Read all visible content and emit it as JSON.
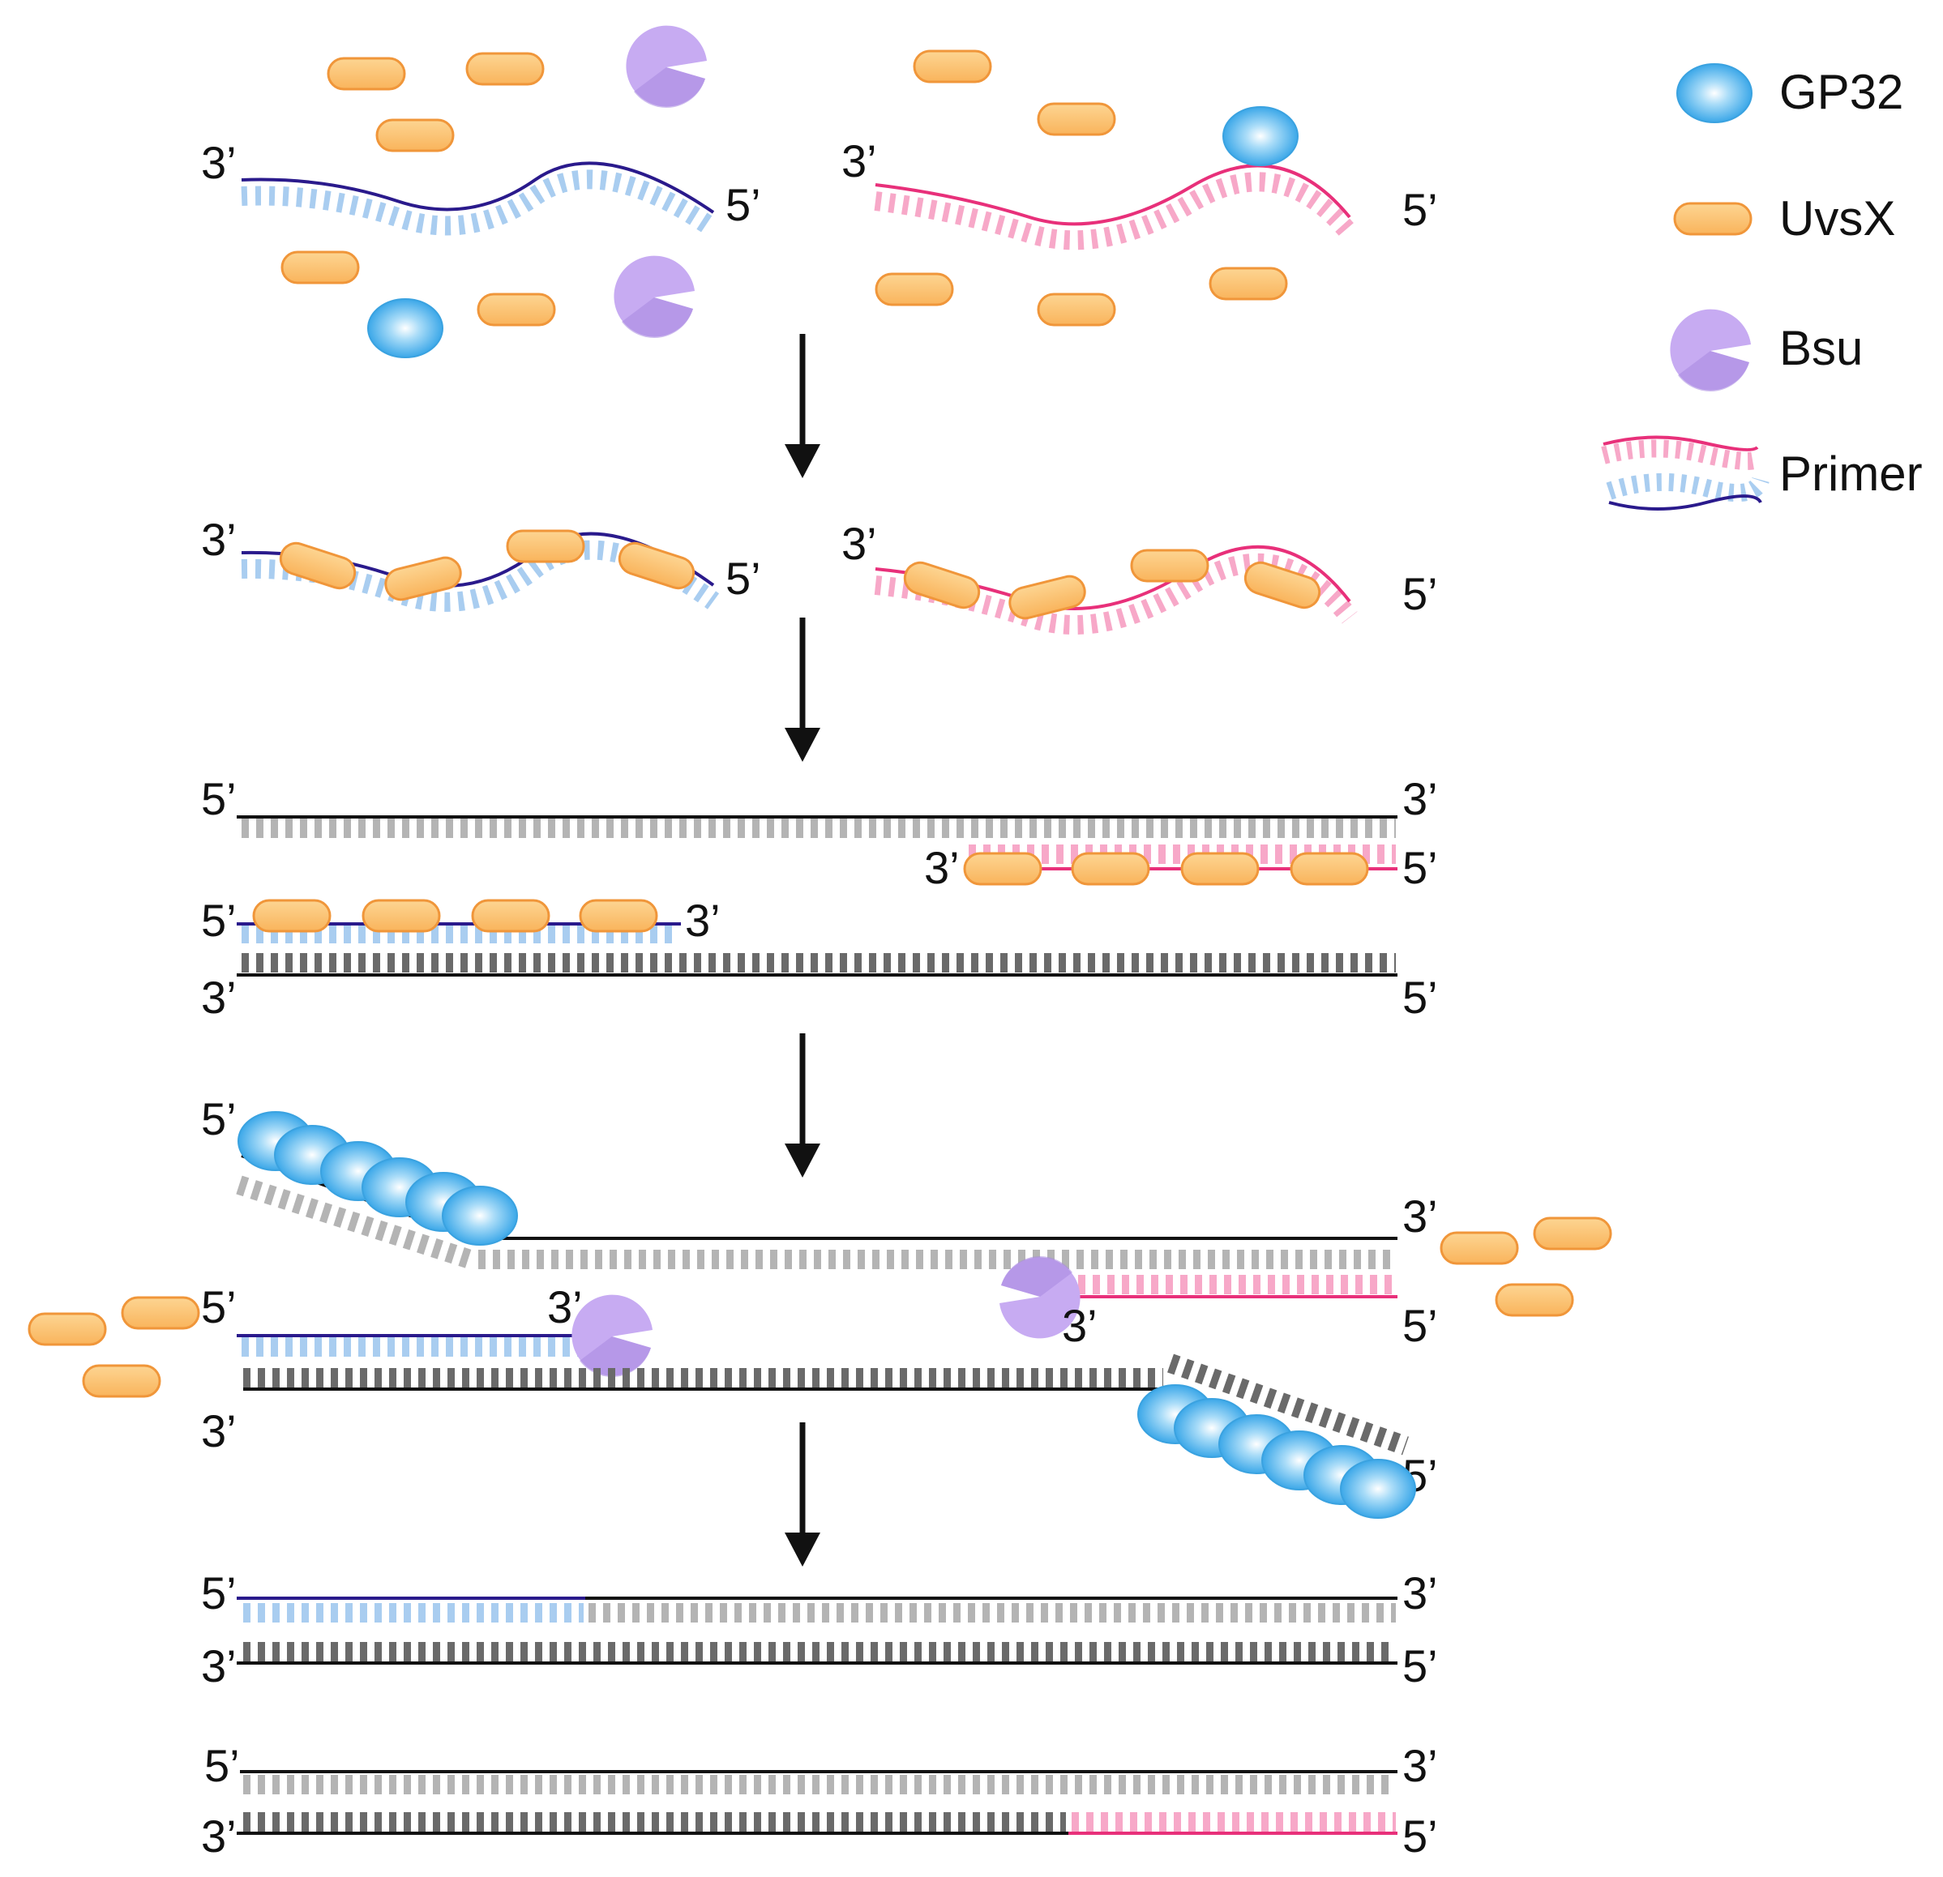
{
  "legend": {
    "gp32": "GP32",
    "uvsx": "UvsX",
    "bsu": "Bsu",
    "primer": "Primer"
  },
  "ends": {
    "three": "3’",
    "five": "5’"
  },
  "colors": {
    "blue_primer": "#2a1a8c",
    "blue_primer_teeth": "#a9cdf0",
    "pink_primer": "#e8307a",
    "pink_primer_teeth": "#f7a8c8",
    "template": "#111111",
    "template_teeth_light": "#b4b4b4",
    "template_teeth_dark": "#6a6a6a",
    "uvsx_fill": "#fbc57a",
    "uvsx_stroke": "#f09a3a",
    "gp32_fill": "#4fb3ea",
    "bsu_fill": "#c5a8f0",
    "arrow": "#111111"
  }
}
